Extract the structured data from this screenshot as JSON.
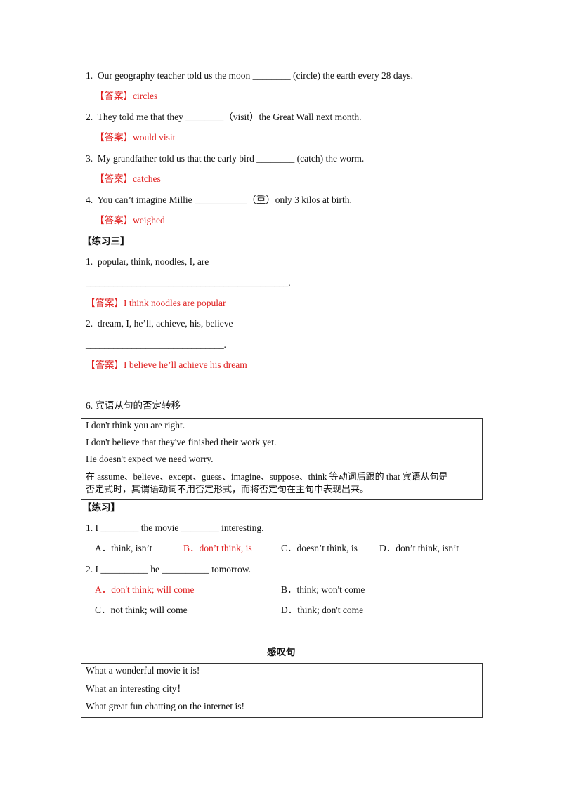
{
  "section_a": {
    "items": [
      {
        "num": "1.",
        "text": "Our geography teacher told us the moon ________ (circle) the earth every 28 days.",
        "answer_tag": "【答案】",
        "answer": "circles"
      },
      {
        "num": "2.",
        "text": "They told me that they ________（visit）the Great Wall next month.",
        "answer_tag": "【答案】",
        "answer": "would visit"
      },
      {
        "num": "3.",
        "text": "My grandfather told us that the early bird ________ (catch) the worm.",
        "answer_tag": "【答案】",
        "answer": "catches"
      },
      {
        "num": "4.",
        "text": "You can’t imagine Millie ___________（重）only 3 kilos at birth.",
        "answer_tag": "【答案】",
        "answer": "weighed"
      }
    ]
  },
  "section_b": {
    "heading": "【练习三】",
    "items": [
      {
        "num": "1.",
        "text": "popular, think, noodles, I, are",
        "blank": "____________________________________________.",
        "answer_tag": "【答案】",
        "answer": "I think noodles are popular"
      },
      {
        "num": "2.",
        "text": "dream, I, he’ll, achieve, his, believe",
        "blank": "______________________________.",
        "answer_tag": "【答案】",
        "answer": "I believe he’ll achieve his dream"
      }
    ]
  },
  "section_c": {
    "heading": "6.  宾语从句的否定转移",
    "box_lines": [
      "I don't think you are right.",
      "I don't believe that they've finished their work yet.",
      "He doesn't expect we need worry.",
      "在 assume、believe、except、guess、imagine、suppose、think 等动词后跟的 that 宾语从句是",
      "否定式时，其谓语动词不用否定形式，而将否定句在主句中表现出来。"
    ],
    "practice_heading": "【练习】",
    "q1": {
      "text": "1. I ________ the movie ________ interesting.",
      "options": [
        "A．think, isn’t",
        "B．don’t think, is",
        "C．doesn’t think, is",
        "D．don’t think, isn’t"
      ]
    },
    "q2": {
      "text": "2. I __________ he __________ tomorrow.",
      "options": [
        "A．don't think; will come",
        "B．think; won't come",
        "C．not think; will come",
        "D．think; don't come"
      ]
    }
  },
  "section_d": {
    "title": "感叹句",
    "box_lines": [
      "What a wonderful movie it is!",
      "What an interesting city！",
      "What great fun chatting on the internet is!"
    ]
  },
  "colors": {
    "answer": "#e02020",
    "text": "#111111",
    "border": "#333333"
  }
}
